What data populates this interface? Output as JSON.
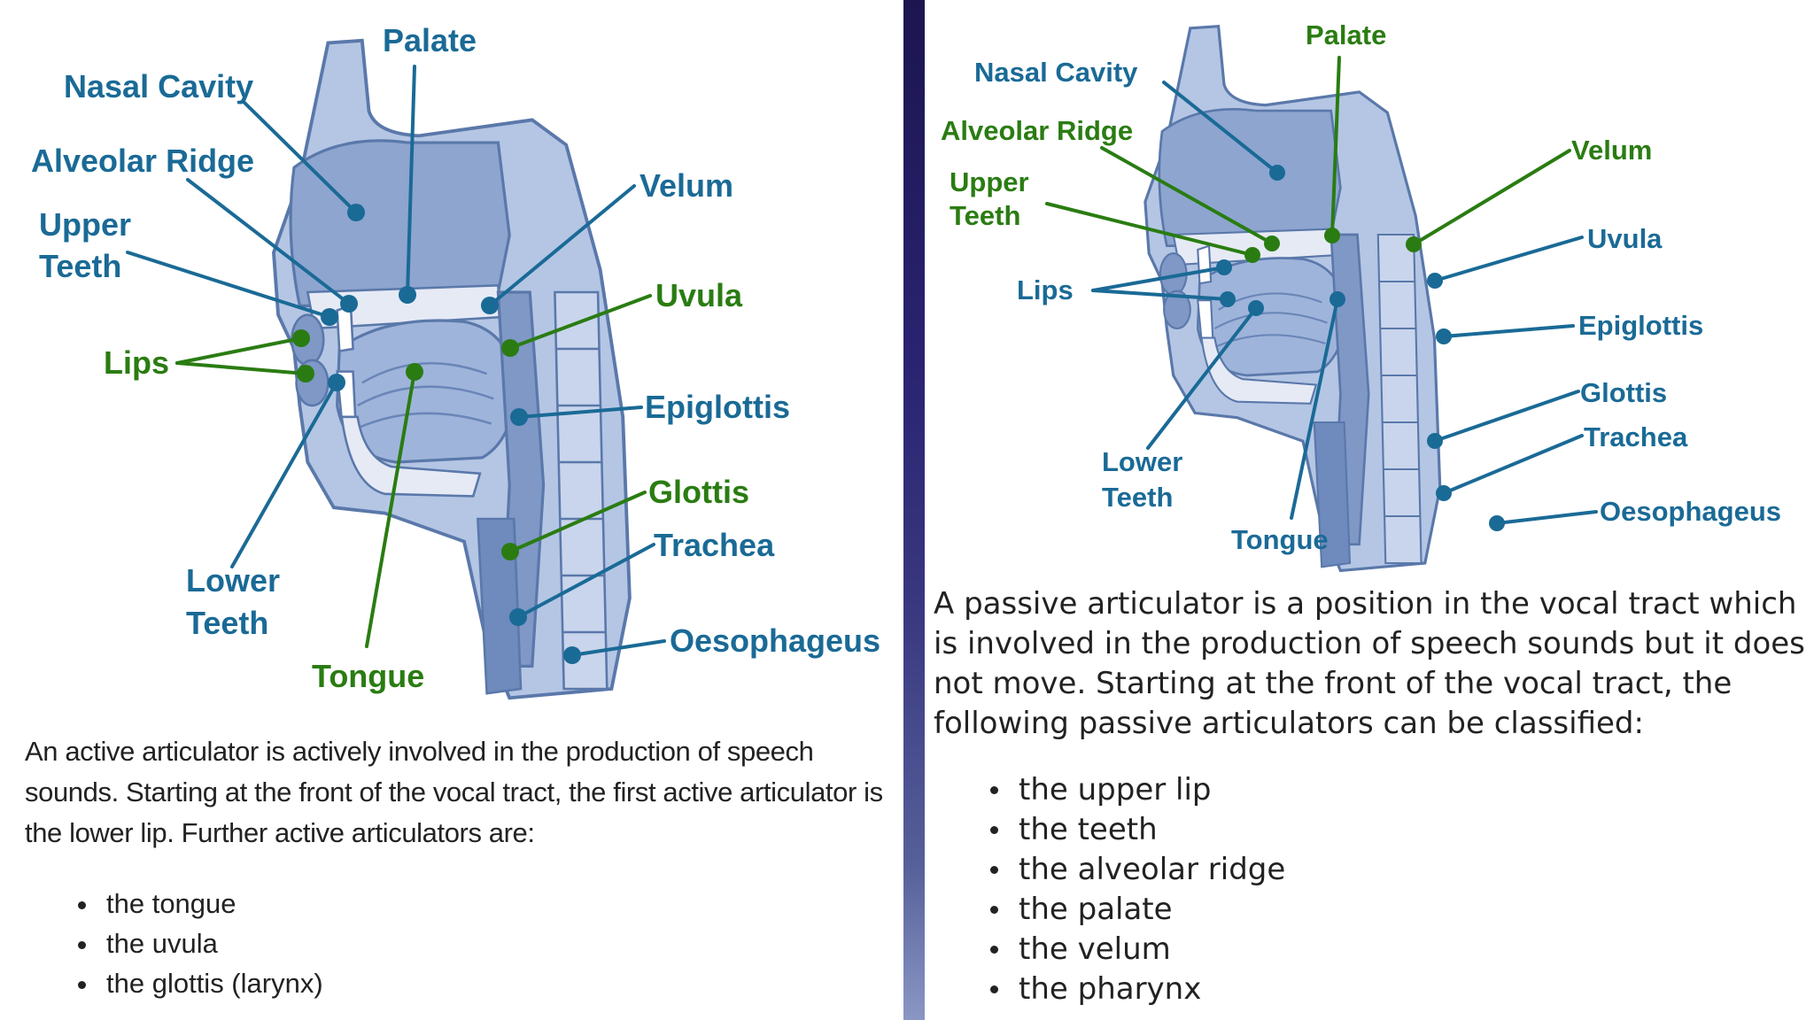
{
  "colors": {
    "label_blue": "#1a6a96",
    "label_green": "#2a7c12",
    "illustration_blue": "#8da5cf",
    "illustration_dark": "#5a78aa"
  },
  "left_panel": {
    "labels": {
      "palate": "Palate",
      "nasal_cavity": "Nasal Cavity",
      "alveolar_ridge": "Alveolar Ridge",
      "upper_teeth_1": "Upper",
      "upper_teeth_2": "Teeth",
      "velum": "Velum",
      "uvula": "Uvula",
      "lips": "Lips",
      "epiglottis": "Epiglottis",
      "glottis": "Glottis",
      "trachea": "Trachea",
      "lower_teeth_1": "Lower",
      "lower_teeth_2": "Teeth",
      "tongue": "Tongue",
      "oesophageus": "Oesophageus"
    },
    "paragraph": "An active articulator is actively involved in the production of speech sounds. Starting at the front of the vocal tract, the first active articulator is the lower lip. Further active articulators are:",
    "list": [
      "the tongue",
      "the uvula",
      "the glottis (larynx)"
    ]
  },
  "right_panel": {
    "labels": {
      "palate": "Palate",
      "nasal_cavity": "Nasal Cavity",
      "alveolar_ridge": "Alveolar Ridge",
      "upper_teeth_1": "Upper",
      "upper_teeth_2": "Teeth",
      "velum": "Velum",
      "uvula": "Uvula",
      "lips": "Lips",
      "epiglottis": "Epiglottis",
      "glottis": "Glottis",
      "trachea": "Trachea",
      "lower_teeth_1": "Lower",
      "lower_teeth_2": "Teeth",
      "tongue": "Tongue",
      "oesophageus": "Oesophageus"
    },
    "paragraph": "A passive articulator is a position in the vocal tract which is involved in the production of speech sounds but it does not move. Starting at the front of the vocal tract, the following passive articulators can be classified:",
    "list": [
      "the upper lip",
      "the teeth",
      "the alveolar ridge",
      "the palate",
      "the velum",
      "the pharynx"
    ]
  }
}
